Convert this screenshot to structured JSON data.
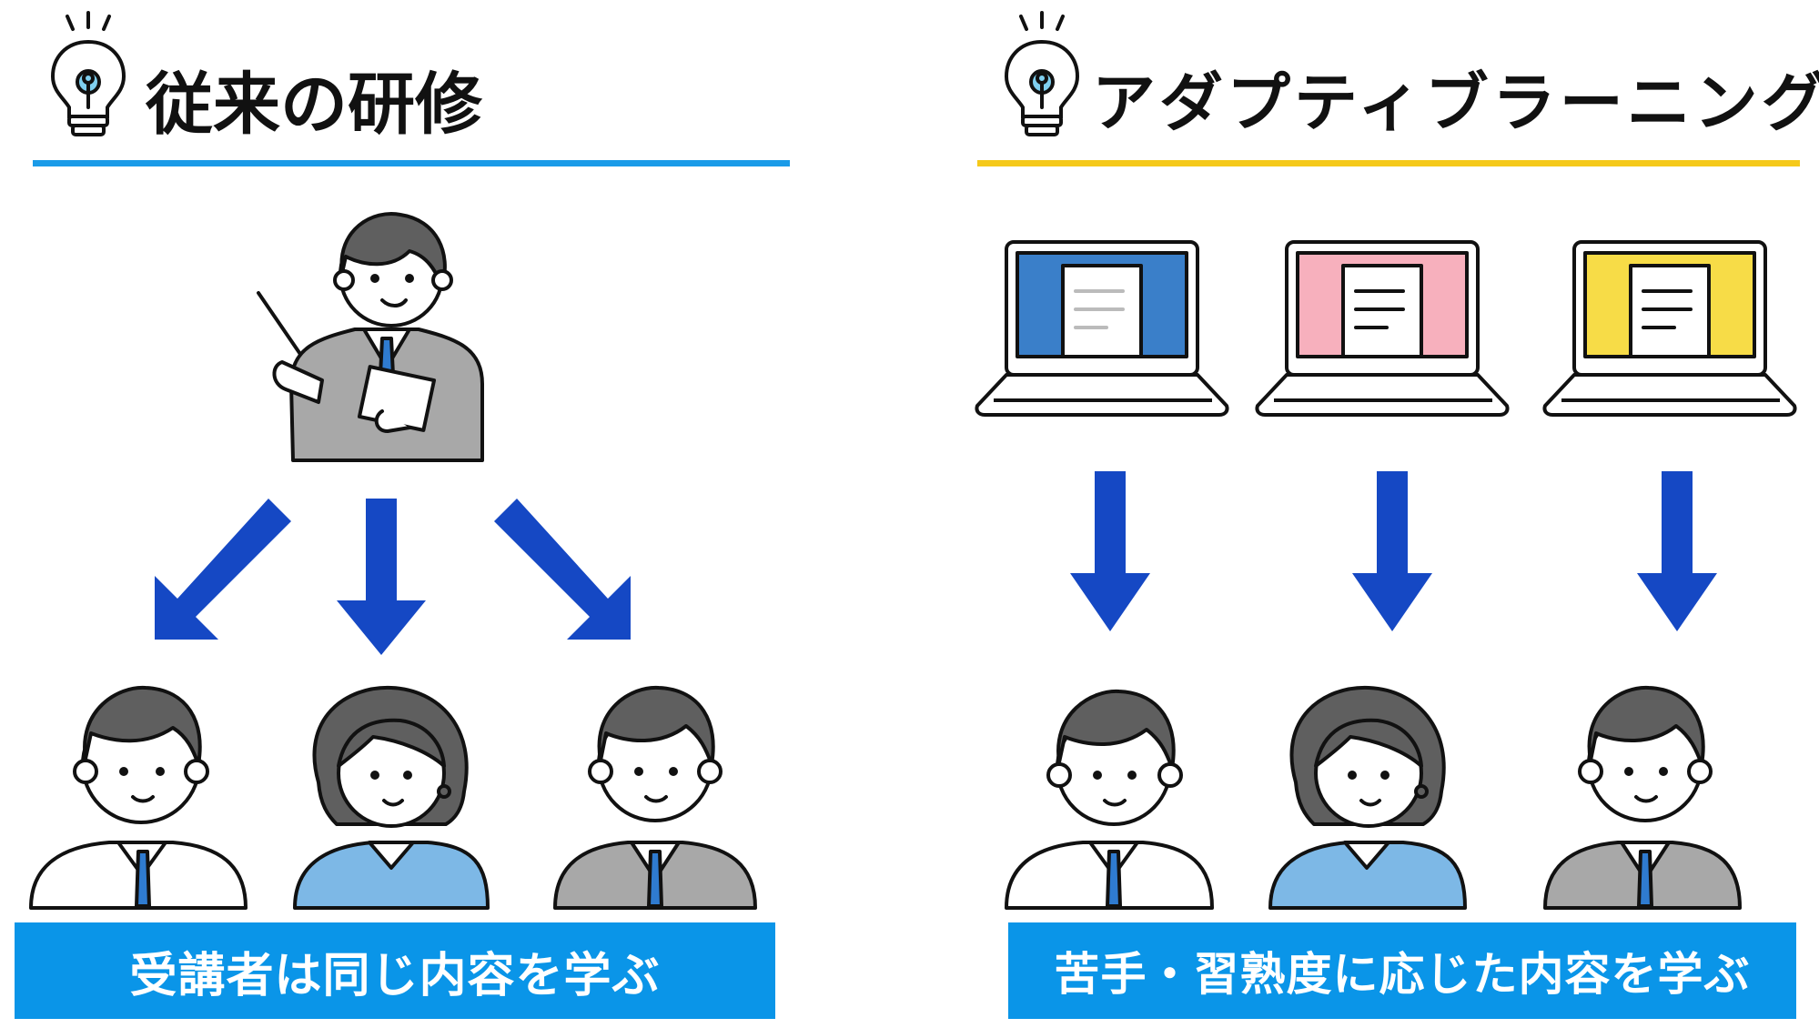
{
  "left": {
    "heading": "従来の研修",
    "caption": "受講者は同じ内容を学ぶ",
    "underline_color": "#1a9be8",
    "caption_bg": "#0a95e8",
    "icon": "lightbulb-icon"
  },
  "right": {
    "heading": "アダプティブラーニング",
    "caption": "苦手・習熟度に応じた内容を学ぶ",
    "underline_color": "#f5c91a",
    "caption_bg": "#0a95e8",
    "icon": "lightbulb-icon"
  },
  "colors": {
    "arrow": "#1548c4",
    "laptop_blue": "#3a7fc9",
    "laptop_pink": "#f7b0bd",
    "laptop_yellow": "#f7dc47",
    "hair": "#5f5f5f",
    "suit_gray": "#a8a8a8",
    "suit_blue": "#7db8e6",
    "tie_blue": "#2f7bd0",
    "bulb_light": "#7fd0f0"
  }
}
